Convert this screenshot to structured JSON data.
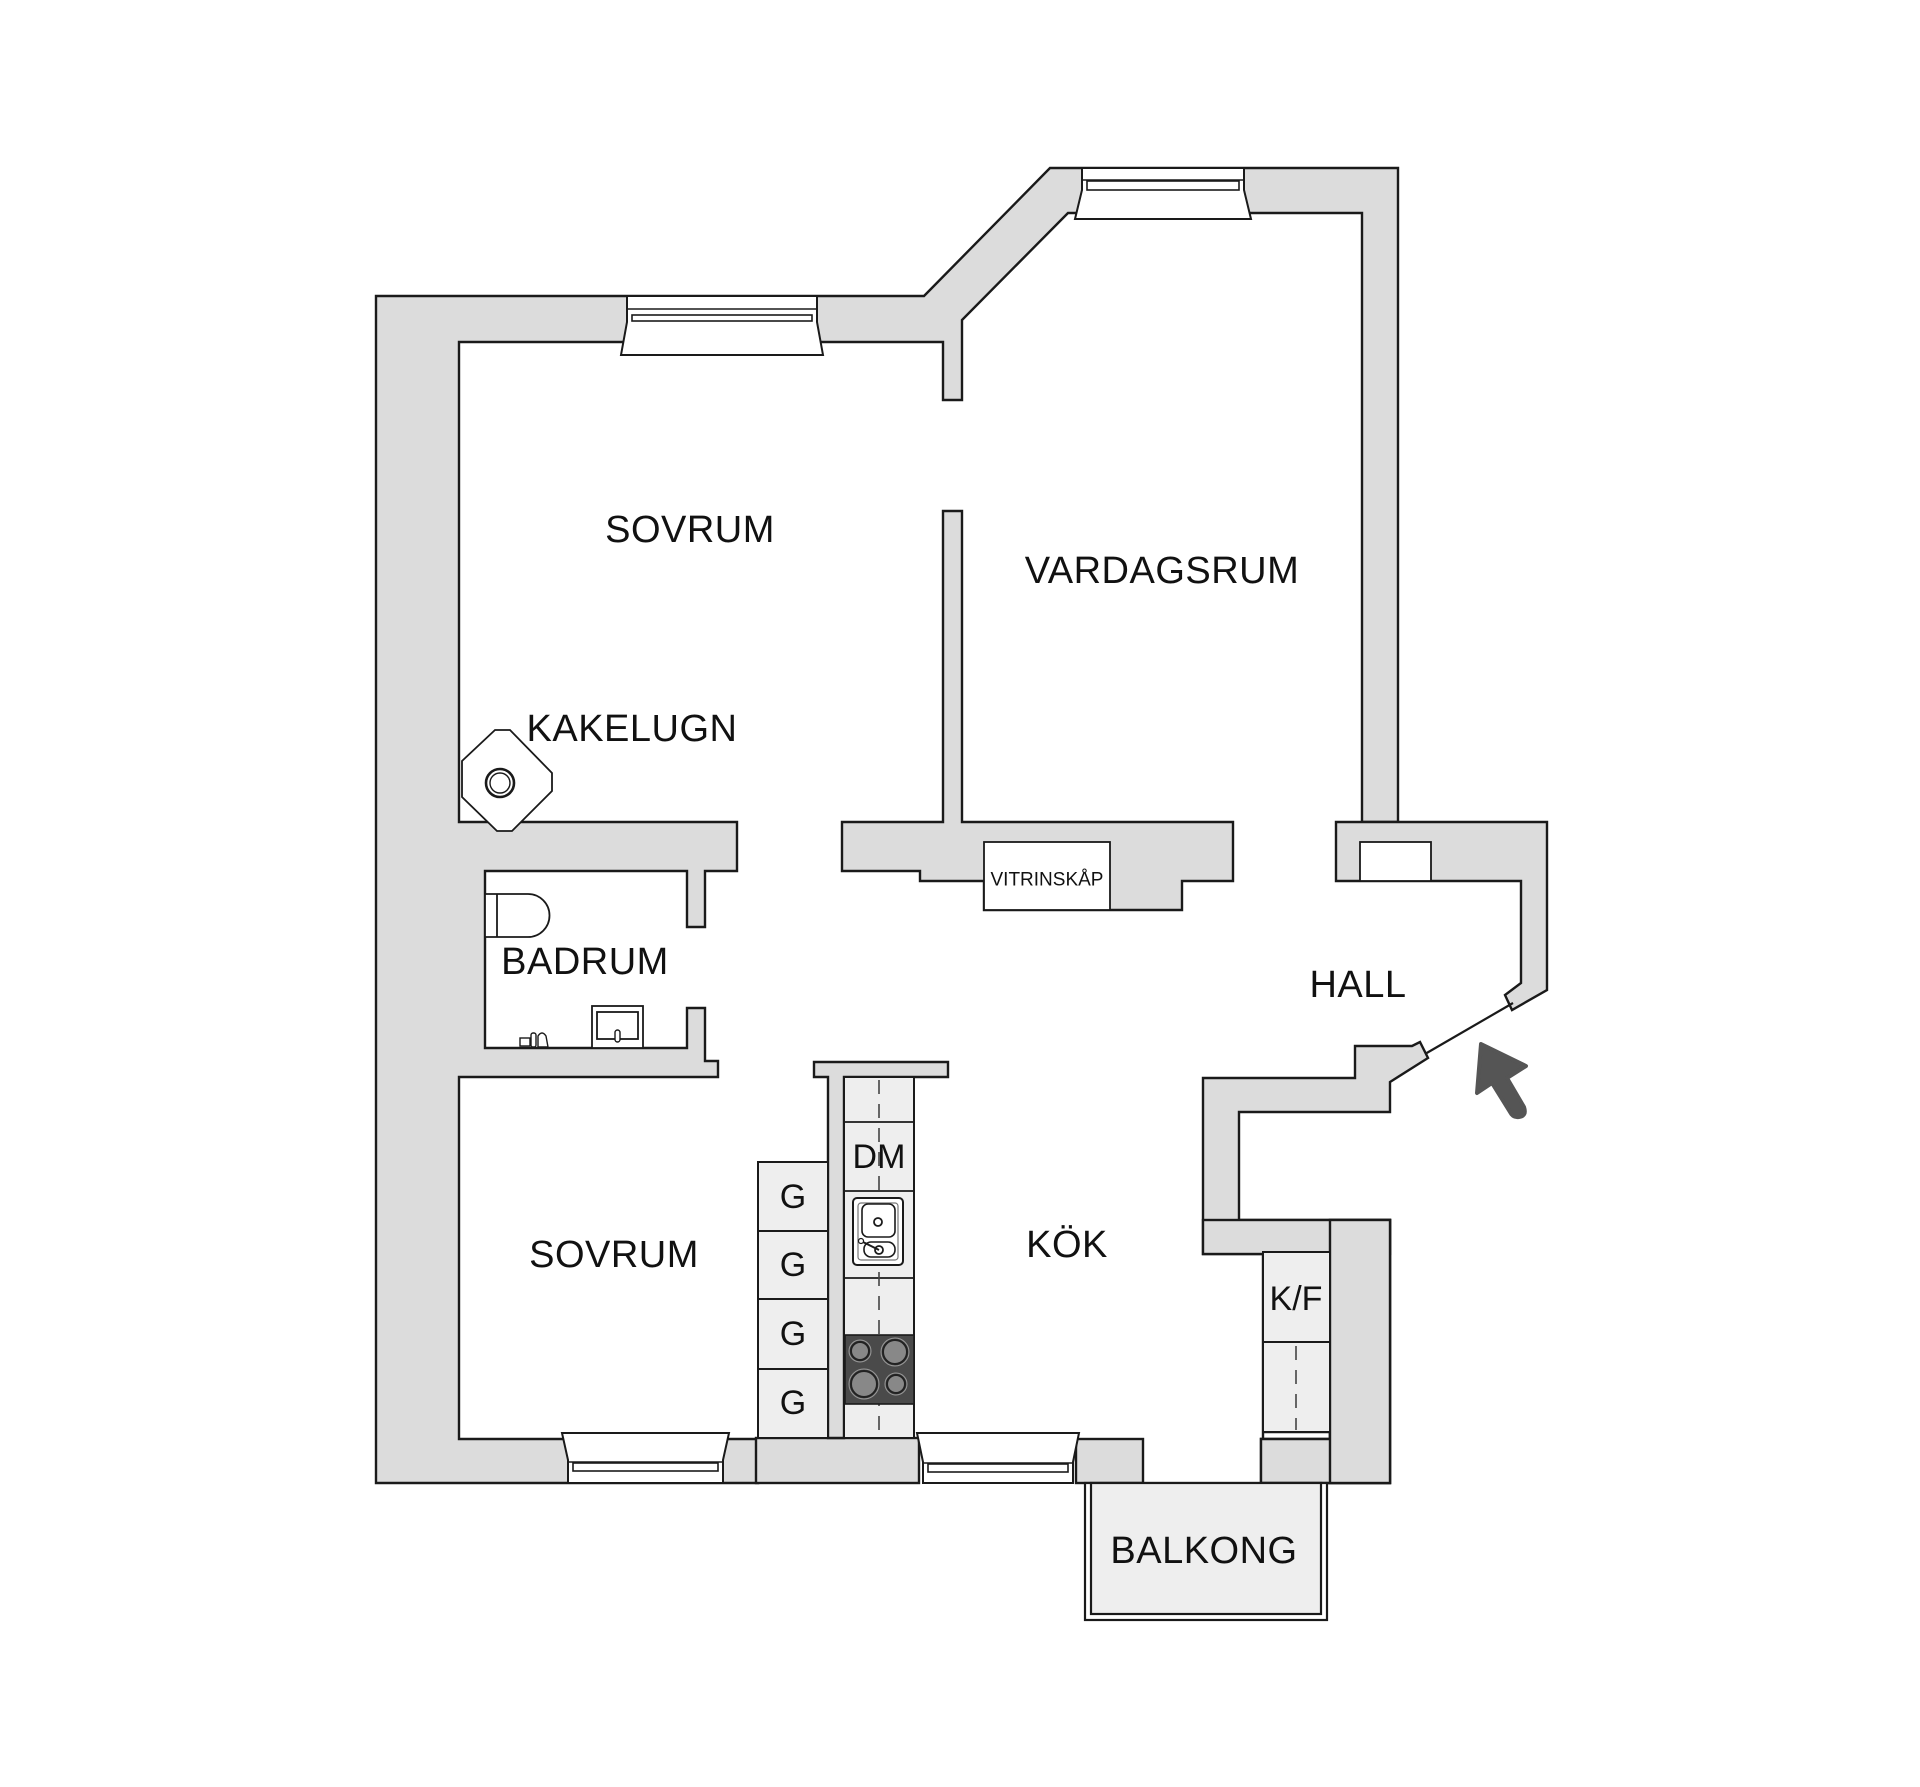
{
  "plan": {
    "rooms": {
      "sovrum_top": "SOVRUM",
      "vardagsrum": "VARDAGSRUM",
      "kakelugn": "KAKELUGN",
      "badrum": "BADRUM",
      "hall": "HALL",
      "sovrum_bottom": "SOVRUM",
      "kok": "KÖK",
      "balkong": "BALKONG"
    },
    "fixtures": {
      "vitrinskap": "VITRINSKÅP",
      "dishwasher": "DM",
      "fridge_freezer": "K/F",
      "wardrobes": [
        "G",
        "G",
        "G",
        "G"
      ]
    },
    "icons": {
      "entrance": "entrance-arrow-icon",
      "stove": "stove-icon",
      "sink": "kitchen-sink-icon",
      "toilet": "toilet-icon",
      "washbasin": "washbasin-icon",
      "tiled_stove": "tiled-stove-icon"
    },
    "colors": {
      "wall_fill": "#dcdcdc",
      "cabinet_fill": "#eeeeee",
      "stove_fill": "#4a4a4a",
      "arrow": "#555555",
      "line": "#1a1a1a"
    }
  }
}
